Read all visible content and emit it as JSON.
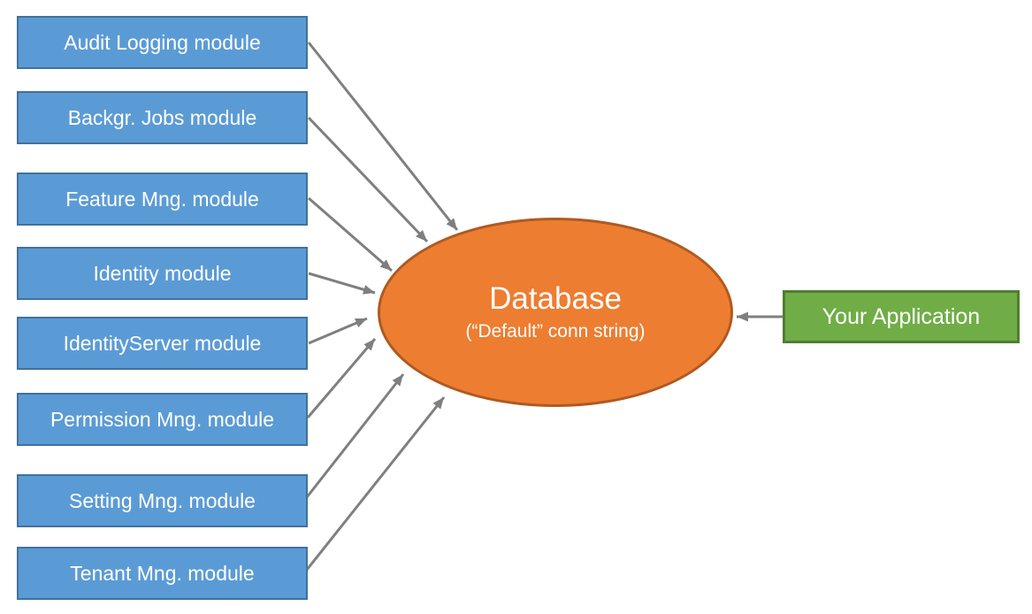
{
  "diagram": {
    "modules": [
      {
        "id": "audit-logging-module",
        "label": "Audit Logging module"
      },
      {
        "id": "background-jobs-module",
        "label": "Backgr. Jobs module"
      },
      {
        "id": "feature-mng-module",
        "label": "Feature Mng. module"
      },
      {
        "id": "identity-module",
        "label": "Identity module"
      },
      {
        "id": "identityserver-module",
        "label": "IdentityServer module"
      },
      {
        "id": "permission-mng-module",
        "label": "Permission Mng. module"
      },
      {
        "id": "setting-mng-module",
        "label": "Setting Mng. module"
      },
      {
        "id": "tenant-mng-module",
        "label": "Tenant Mng. module"
      }
    ],
    "database": {
      "title": "Database",
      "subtitle": "(“Default” conn string)"
    },
    "application": {
      "label": "Your Application"
    },
    "connections": [
      {
        "from": "audit-logging-module",
        "to": "database"
      },
      {
        "from": "background-jobs-module",
        "to": "database"
      },
      {
        "from": "feature-mng-module",
        "to": "database"
      },
      {
        "from": "identity-module",
        "to": "database"
      },
      {
        "from": "identityserver-module",
        "to": "database"
      },
      {
        "from": "permission-mng-module",
        "to": "database"
      },
      {
        "from": "setting-mng-module",
        "to": "database"
      },
      {
        "from": "tenant-mng-module",
        "to": "database"
      },
      {
        "from": "your-application",
        "to": "database"
      }
    ]
  },
  "colors": {
    "box_fill": "#5b9bd5",
    "box_border": "#41719c",
    "ellipse_fill": "#ed7d31",
    "ellipse_border": "#ae5a21",
    "app_fill": "#70ad47",
    "app_border": "#507e32",
    "arrow_color": "#7f7f7f",
    "node_text": "#ffffff",
    "canvas_bg": "#ffffff"
  }
}
